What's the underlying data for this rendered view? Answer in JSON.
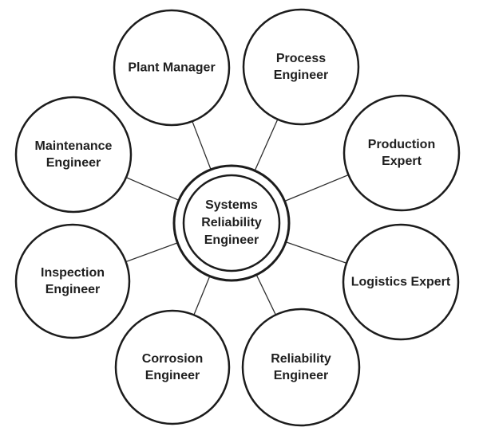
{
  "colors": {
    "background": "#ffffff",
    "circle_stroke": "#1c1c1c",
    "connector_stroke": "#2e2e2e",
    "text": "#1f1f1f"
  },
  "center_node": {
    "label": "Systems Reliability Engineer",
    "lines": [
      "Systems",
      "Reliability",
      "Engineer"
    ]
  },
  "nodes": [
    {
      "id": "plant-manager",
      "label": "Plant Manager",
      "lines": [
        "Plant Manager"
      ]
    },
    {
      "id": "process-engineer",
      "label": "Process Engineer",
      "lines": [
        "Process",
        "Engineer"
      ]
    },
    {
      "id": "production-expert",
      "label": "Production Expert",
      "lines": [
        "Production",
        "Expert"
      ]
    },
    {
      "id": "logistics-expert",
      "label": "Logistics Expert",
      "lines": [
        "Logistics Expert"
      ]
    },
    {
      "id": "reliability-engineer",
      "label": "Reliability Engineer",
      "lines": [
        "Reliability",
        "Engineer"
      ]
    },
    {
      "id": "corrosion-engineer",
      "label": "Corrosion Engineer",
      "lines": [
        "Corrosion",
        "Engineer"
      ]
    },
    {
      "id": "inspection-engineer",
      "label": "Inspection Engineer",
      "lines": [
        "Inspection",
        "Engineer"
      ]
    },
    {
      "id": "maintenance-engineer",
      "label": "Maintenance Engineer",
      "lines": [
        "Maintenance",
        "Engineer"
      ]
    }
  ]
}
